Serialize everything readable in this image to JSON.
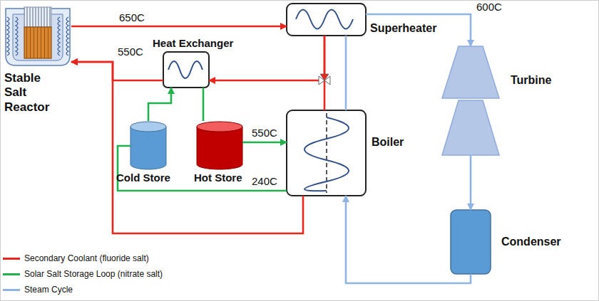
{
  "diagram": {
    "nodes": [
      {
        "text": [
          "Stable Salt Reactor"
        ]
      },
      {
        "text": [
          "Heat Exchanger"
        ]
      },
      {
        "text": [
          "Cold Store"
        ]
      },
      {
        "text": [
          "Hot Store"
        ]
      },
      {
        "text": [
          "Superheater"
        ]
      },
      {
        "text": [
          "Boiler"
        ]
      },
      {
        "text": [
          "Turbine"
        ]
      },
      {
        "text": [
          "Condenser"
        ]
      }
    ],
    "edges": [
      {
        "from": 0,
        "to": 4,
        "arrow": "to",
        "label": "650C"
      },
      {
        "from": 4,
        "to": 1,
        "arrow": "to"
      },
      {
        "from": 4,
        "to": 5,
        "arrow": "none"
      },
      {
        "from": 1,
        "to": 0,
        "arrow": "to",
        "label": "550C"
      },
      {
        "from": 5,
        "to": 0,
        "arrow": "to"
      },
      {
        "from": 3,
        "to": 5,
        "arrow": "to",
        "label": "550C"
      },
      {
        "from": 5,
        "to": 2,
        "arrow": "none",
        "label": "240C"
      },
      {
        "from": 2,
        "to": 1,
        "arrow": "to"
      },
      {
        "from": 1,
        "to": 3,
        "arrow": "none"
      },
      {
        "from": 4,
        "to": 6,
        "arrow": "to",
        "label": "600C"
      },
      {
        "from": 6,
        "to": 7,
        "arrow": "to"
      },
      {
        "from": 7,
        "to": 5,
        "arrow": "to"
      },
      {
        "from": 5,
        "to": 4,
        "arrow": "none"
      }
    ],
    "legend": [
      {
        "text": "Secondary Coolant (fluoride salt)",
        "color": "#e8261c"
      },
      {
        "text": "Solar Salt Storage Loop (nitrate salt)",
        "color": "#22b14c"
      },
      {
        "text": "Steam Cycle",
        "color": "#8fb4e3"
      }
    ]
  }
}
